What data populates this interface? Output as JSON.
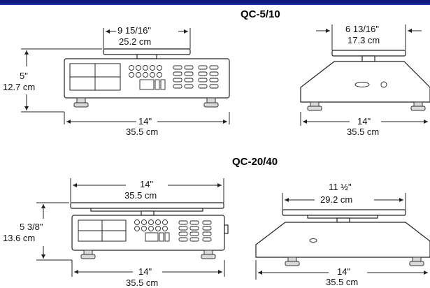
{
  "header": {
    "band_color": "#10197a"
  },
  "models": [
    {
      "title": "QC-5/10",
      "front_top_width": {
        "imperial": "9 15/16\"",
        "metric": "25.2 cm"
      },
      "front_height": {
        "imperial": "5\"",
        "metric": "12.7 cm"
      },
      "front_base_width": {
        "imperial": "14\"",
        "metric": "35.5 cm"
      },
      "side_top_width": {
        "imperial": "6 13/16\"",
        "metric": "17.3 cm"
      },
      "side_base_width": {
        "imperial": "14\"",
        "metric": "35.5 cm"
      }
    },
    {
      "title": "QC-20/40",
      "front_top_width": {
        "imperial": "14\"",
        "metric": "35.5 cm"
      },
      "front_height": {
        "imperial": "5 3/8\"",
        "metric": "13.6 cm"
      },
      "front_base_width": {
        "imperial": "14\"",
        "metric": "35.5 cm"
      },
      "side_top_width": {
        "imperial": "11 ½\"",
        "metric": "29.2 cm"
      },
      "side_base_width": {
        "imperial": "14\"",
        "metric": "35.5 cm"
      }
    }
  ],
  "icons": {
    "dimension_arrow": "arrow-icon",
    "scale_front": "scale-front-icon",
    "scale_side": "scale-side-icon"
  }
}
